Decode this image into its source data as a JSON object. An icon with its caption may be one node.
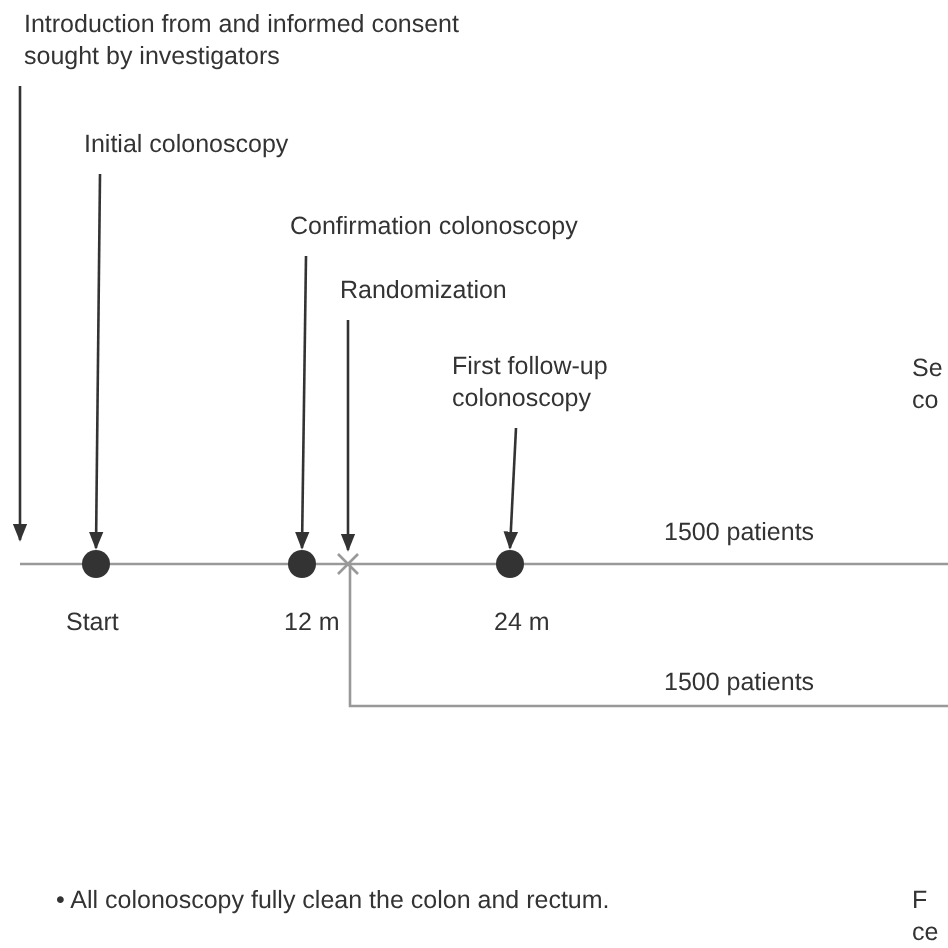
{
  "diagram": {
    "nodes": [
      {
        "text": [
          "Introduction from and informed consent sought by investigators"
        ]
      },
      {
        "text": [
          "Initial colonoscopy"
        ]
      },
      {
        "text": [
          "Confirmation colonoscopy"
        ]
      },
      {
        "text": [
          "Randomization"
        ]
      },
      {
        "text": [
          "First follow-up colonoscopy"
        ]
      },
      {
        "text": [],
        "shape": "circle",
        "beside": [
          "Start"
        ]
      },
      {
        "text": [],
        "shape": "circle",
        "beside": [
          "12 m"
        ]
      },
      {
        "text": [],
        "shape": "cross"
      },
      {
        "text": [],
        "shape": "circle",
        "beside": [
          "24 m"
        ]
      }
    ],
    "edges": [
      {
        "from": 0,
        "to": null,
        "arrow": "to"
      },
      {
        "from": 1,
        "to": 5,
        "arrow": "to"
      },
      {
        "from": 2,
        "to": 6,
        "arrow": "to"
      },
      {
        "from": 3,
        "to": 7,
        "arrow": "to"
      },
      {
        "from": 4,
        "to": 8,
        "arrow": "to"
      }
    ],
    "labels": [
      "Se co",
      "1500 patients",
      "1500 patients",
      "• All colonoscopy fully clean the colon and rectum.",
      "F ce"
    ]
  }
}
